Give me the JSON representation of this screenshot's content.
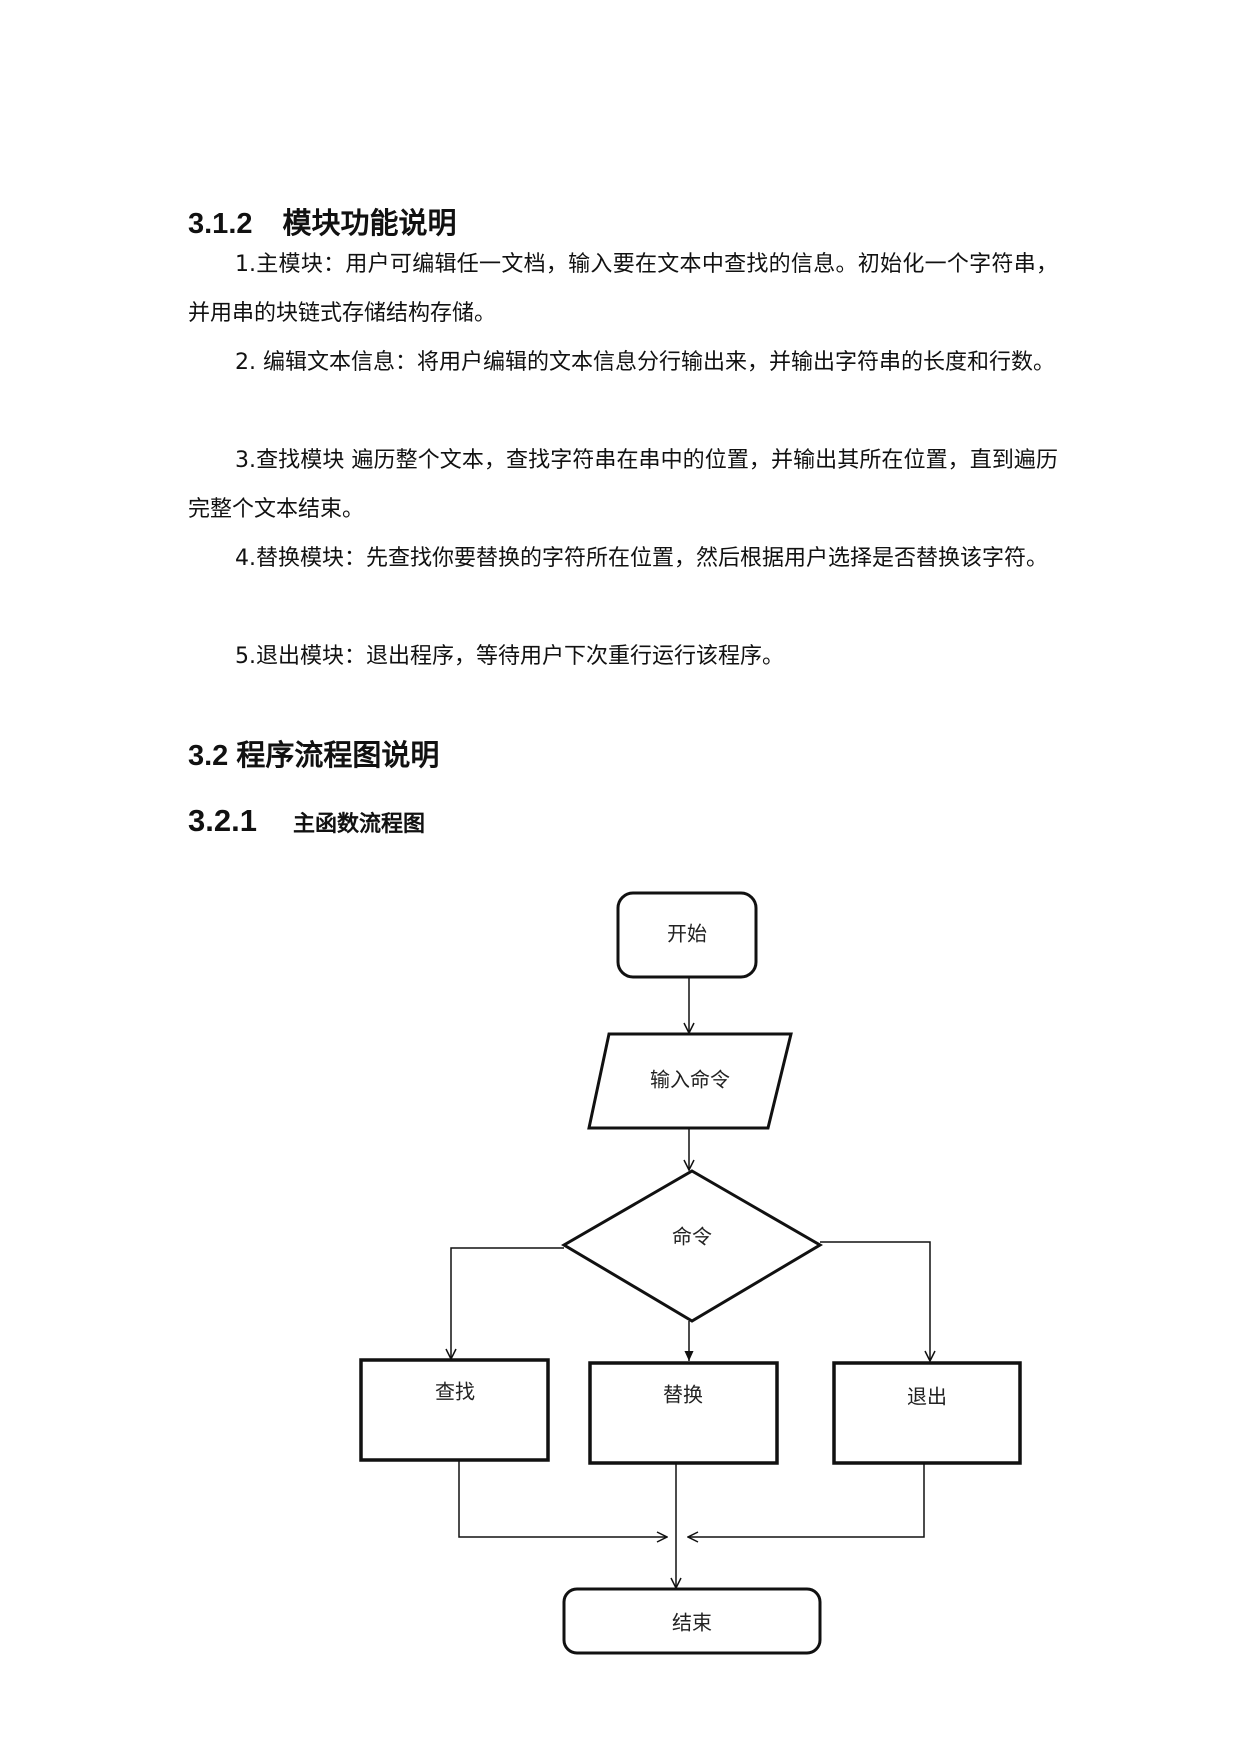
{
  "section_312": {
    "number": "3.1.2",
    "title": "模块功能说明"
  },
  "paragraphs": [
    "1.主模块：用户可编辑任一文档，输入要在文本中查找的信息。初始化一个字符串，并用串的块链式存储结构存储。",
    "2. 编辑文本信息：将用户编辑的文本信息分行输出来，并输出字符串的长度和行数。",
    "3.查找模块 遍历整个文本，查找字符串在串中的位置，并输出其所在位置，直到遍历完整个文本结束。",
    "4.替换模块：先查找你要替换的字符所在位置，然后根据用户选择是否替换该字符。",
    "5.退出模块：退出程序，等待用户下次重行运行该程序。"
  ],
  "section_32": {
    "title": "3.2 程序流程图说明"
  },
  "section_321": {
    "number": "3.2.1",
    "title": "主函数流程图"
  },
  "flowchart": {
    "start": "开始",
    "input": "输入命令",
    "decision": "命令",
    "search": "查找",
    "replace": "替换",
    "exit": "退出",
    "end": "结束"
  }
}
